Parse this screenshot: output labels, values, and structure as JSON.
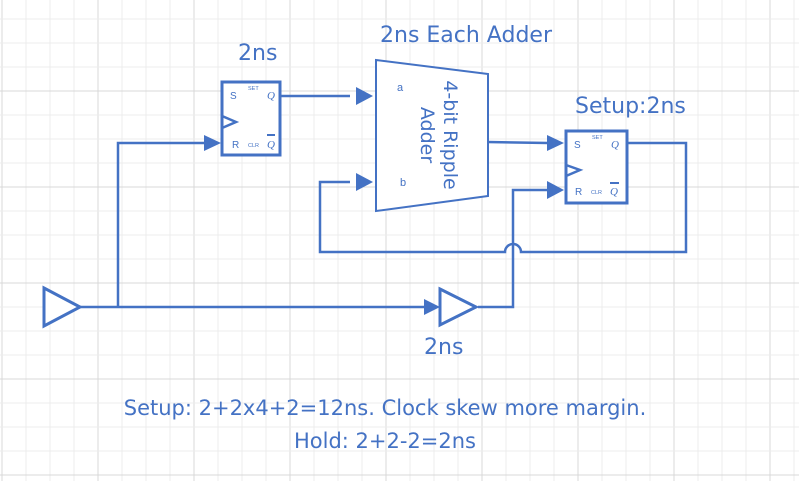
{
  "colors": {
    "wire": "#4472c4",
    "text": "#4472c4",
    "grid_minor": "#ececec",
    "grid_major": "#d9d9d9",
    "background": "#ffffff"
  },
  "labels": {
    "ff1_delay": "2ns",
    "adder_delay": "2ns Each Adder",
    "ff2_setup": "Setup:2ns",
    "buffer_delay": "2ns"
  },
  "adder": {
    "title_line1": "4-bit Ripple",
    "title_line2": "Adder",
    "pin_a": "a",
    "pin_b": "b"
  },
  "flipflop": {
    "pin_s": "S",
    "pin_r": "R",
    "pin_set": "SET",
    "pin_clr": "CLR",
    "pin_q": "Q",
    "pin_qbar": "Q"
  },
  "notes": {
    "setup": "Setup: 2+2x4+2=12ns. Clock skew more margin.",
    "hold": "Hold: 2+2-2=2ns"
  }
}
